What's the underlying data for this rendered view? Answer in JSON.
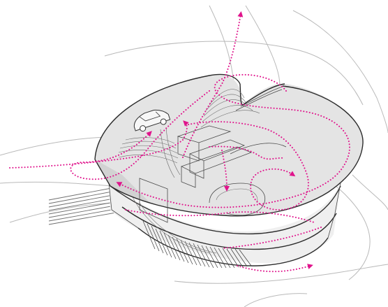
{
  "colors": {
    "background": "#ffffff",
    "roof_fill": "#e4e4e4",
    "roof_shadow": "#d2d2d2",
    "body_fill": "#efefef",
    "context_line": "#b9b9b9",
    "outline": "#2b2b2b",
    "flow_arrow": "#e0148c"
  },
  "icons": {
    "car": "car-icon",
    "arrowhead": "arrowhead-icon"
  },
  "flows": [
    {
      "id": "flow-north-exit"
    },
    {
      "id": "flow-west-entry"
    },
    {
      "id": "flow-roof-loop"
    },
    {
      "id": "flow-ring"
    },
    {
      "id": "flow-inner-loop"
    },
    {
      "id": "flow-drop-down"
    },
    {
      "id": "flow-lower-exit"
    }
  ]
}
